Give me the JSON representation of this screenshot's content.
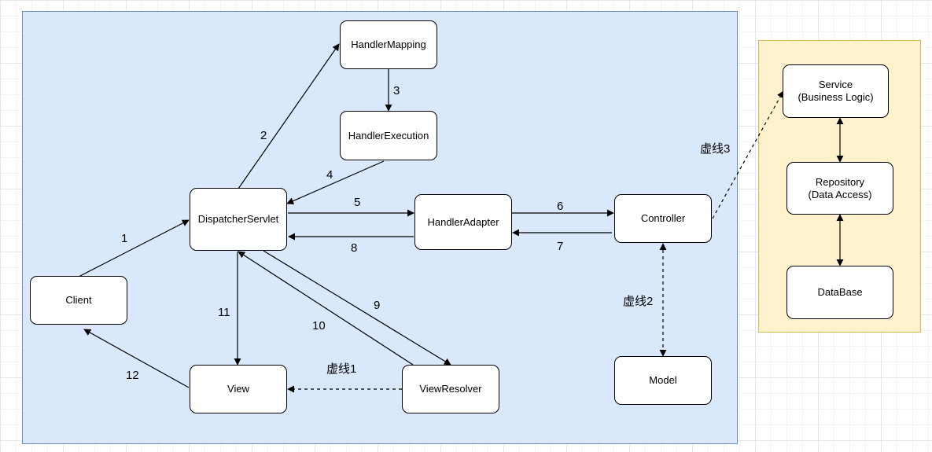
{
  "nodes": {
    "handler_mapping": "HandlerMapping",
    "handler_execution": "HandlerExecution",
    "dispatcher_servlet": "DispatcherServlet",
    "handler_adapter": "HandlerAdapter",
    "controller": "Controller",
    "client": "Client",
    "view": "View",
    "view_resolver": "ViewResolver",
    "model": "Model",
    "service": "Service\n(Business Logic)",
    "repository": "Repository\n(Data Access)",
    "database": "DataBase"
  },
  "edges": {
    "e1": "1",
    "e2": "2",
    "e3": "3",
    "e4": "4",
    "e5": "5",
    "e6": "6",
    "e7": "7",
    "e8": "8",
    "e9": "9",
    "e10": "10",
    "e11": "11",
    "e12": "12",
    "dashed1": "虚线1",
    "dashed2": "虚线2",
    "dashed3": "虚线3"
  },
  "colors": {
    "blue_fill": "#dae8fc",
    "blue_border": "#6c8ebf",
    "yellow_fill": "#fff2cc",
    "yellow_border": "#d6b656"
  }
}
